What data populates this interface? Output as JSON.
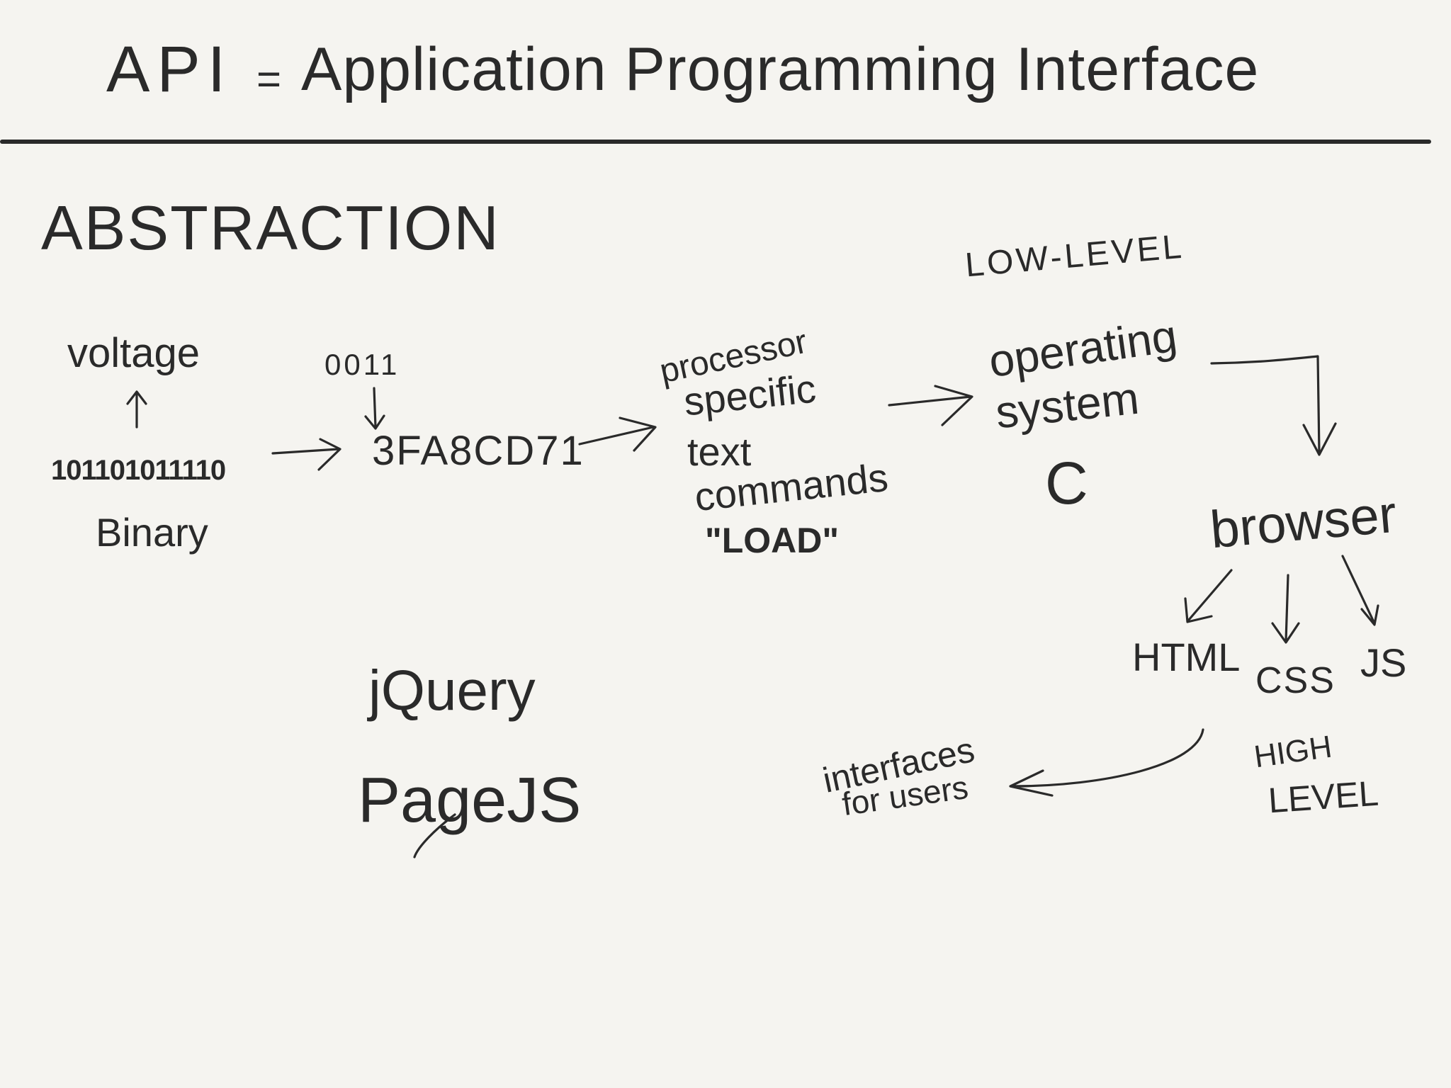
{
  "title": {
    "acronym": "API",
    "equals": "=",
    "expansion": "Application Programming Interface"
  },
  "heading": "ABSTRACTION",
  "labels": {
    "low_level": "LOW-LEVEL",
    "voltage": "voltage",
    "bits_small": "0011",
    "binary_digits": "101101011110",
    "binary": "Binary",
    "hex": "3FA8CD71",
    "processor_specific": "processor",
    "specific": "specific",
    "text": "text",
    "commands": "commands",
    "load": "\"LOAD\"",
    "operating": "operating",
    "system": "system",
    "c_lang": "C",
    "browser": "browser",
    "html": "HTML",
    "css": "CSS",
    "js": "JS",
    "interfaces": "interfaces",
    "for_users": "for users",
    "high": "HIGH",
    "level": "LEVEL",
    "jquery": "jQuery",
    "pagejs": "PageJS"
  }
}
